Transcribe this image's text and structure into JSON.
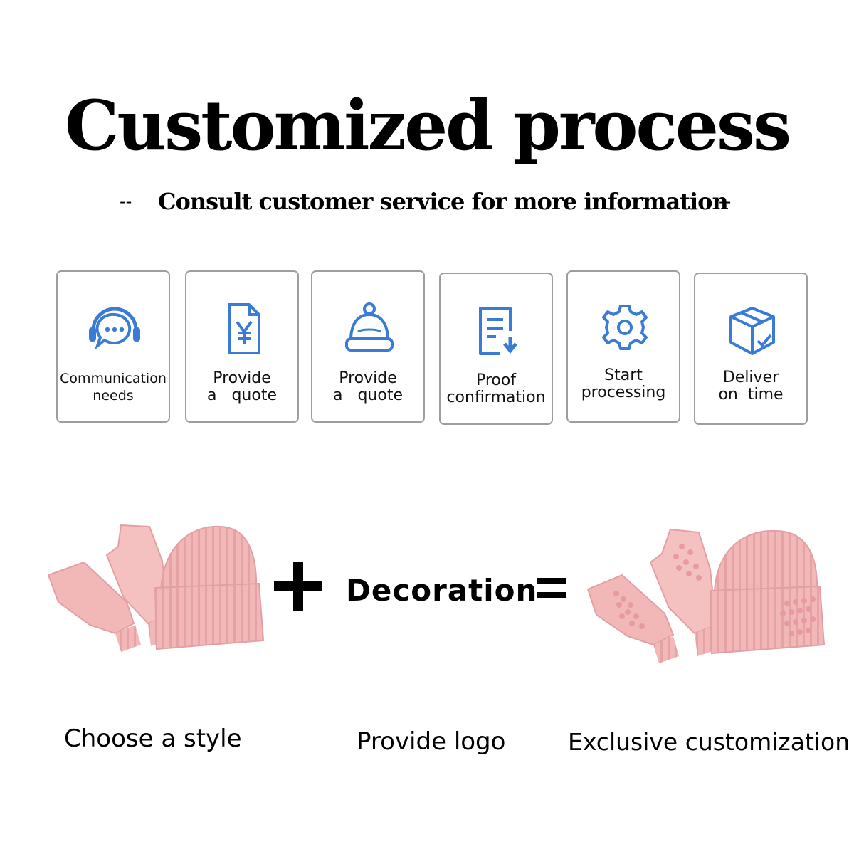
{
  "header": {
    "title": "Customized process",
    "subtitle": "Consult customer service for more information",
    "dash_left": "--",
    "dash_right": "--"
  },
  "steps": [
    {
      "icon": "headset-chat-icon",
      "line1": "Communication",
      "line2": "needs"
    },
    {
      "icon": "yuan-document-icon",
      "line1": "Provide",
      "line2": "a   quote"
    },
    {
      "icon": "beanie-hat-icon",
      "line1": "Provide",
      "line2": "a   quote"
    },
    {
      "icon": "document-download-icon",
      "line1": "Proof",
      "line2": "confirmation"
    },
    {
      "icon": "gear-icon",
      "line1": "Start",
      "line2": "processing"
    },
    {
      "icon": "box-check-icon",
      "line1": "Deliver",
      "line2": "on  time"
    }
  ],
  "equation": {
    "middle_label": "Decoration"
  },
  "captions": {
    "left": "Choose a style",
    "middle": "Provide logo",
    "right": "Exclusive customization"
  },
  "colors": {
    "icon_blue": "#3a7bd5",
    "card_border": "#9e9e9e",
    "knit_pink": "#f2b8b8",
    "pearl": "#e79aa3"
  }
}
